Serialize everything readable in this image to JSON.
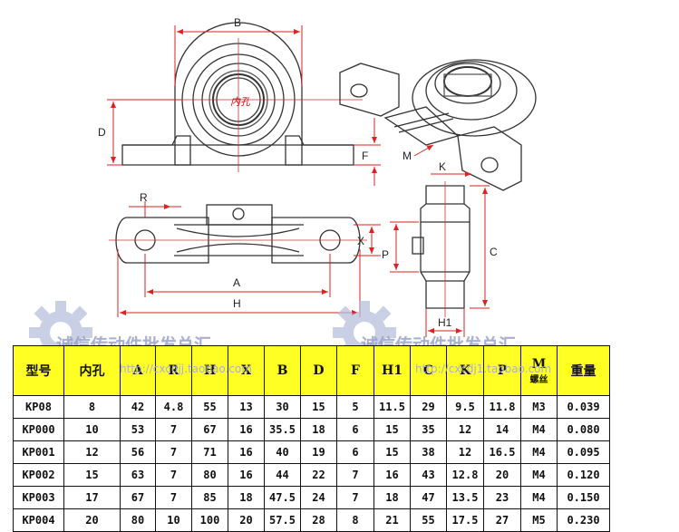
{
  "drawing": {
    "dims": {
      "B": "B",
      "D": "D",
      "F": "F",
      "M": "M",
      "K": "K",
      "R": "R",
      "X": "X",
      "P": "P",
      "A": "A",
      "H": "H",
      "C": "C",
      "H1": "H1"
    },
    "bore_label": "内孔"
  },
  "watermark": {
    "text_left": "诚信传动件批发总汇",
    "text_right": "诚信传动件批发总汇",
    "url_left": "http://cxcdjj.taobao.com",
    "url_right": "http://cxcdj1.taobao.com"
  },
  "table": {
    "headers": [
      {
        "label": "型号",
        "sub": ""
      },
      {
        "label": "内孔",
        "sub": ""
      },
      {
        "label": "A",
        "sub": ""
      },
      {
        "label": "R",
        "sub": ""
      },
      {
        "label": "H",
        "sub": ""
      },
      {
        "label": "X",
        "sub": ""
      },
      {
        "label": "B",
        "sub": ""
      },
      {
        "label": "D",
        "sub": ""
      },
      {
        "label": "F",
        "sub": ""
      },
      {
        "label": "H1",
        "sub": ""
      },
      {
        "label": "C",
        "sub": ""
      },
      {
        "label": "K",
        "sub": ""
      },
      {
        "label": "P",
        "sub": ""
      },
      {
        "label": "M",
        "sub": "螺丝"
      },
      {
        "label": "重量",
        "sub": ""
      }
    ],
    "rows": [
      [
        "KP08",
        "8",
        "42",
        "4.8",
        "55",
        "13",
        "30",
        "15",
        "5",
        "11.5",
        "29",
        "9.5",
        "11.8",
        "M3",
        "0.039"
      ],
      [
        "KP000",
        "10",
        "53",
        "7",
        "67",
        "16",
        "35.5",
        "18",
        "6",
        "15",
        "35",
        "12",
        "14",
        "M4",
        "0.080"
      ],
      [
        "KP001",
        "12",
        "56",
        "7",
        "71",
        "16",
        "40",
        "19",
        "6",
        "15",
        "38",
        "12",
        "16.5",
        "M4",
        "0.095"
      ],
      [
        "KP002",
        "15",
        "63",
        "7",
        "80",
        "16",
        "44",
        "22",
        "7",
        "16",
        "43",
        "12.8",
        "20",
        "M4",
        "0.120"
      ],
      [
        "KP003",
        "17",
        "67",
        "7",
        "85",
        "18",
        "47.5",
        "24",
        "7",
        "18",
        "47",
        "13.5",
        "23",
        "M4",
        "0.150"
      ],
      [
        "KP004",
        "20",
        "80",
        "10",
        "100",
        "20",
        "57.5",
        "28",
        "8",
        "21",
        "55",
        "17.5",
        "27",
        "M5",
        "0.230"
      ]
    ]
  }
}
